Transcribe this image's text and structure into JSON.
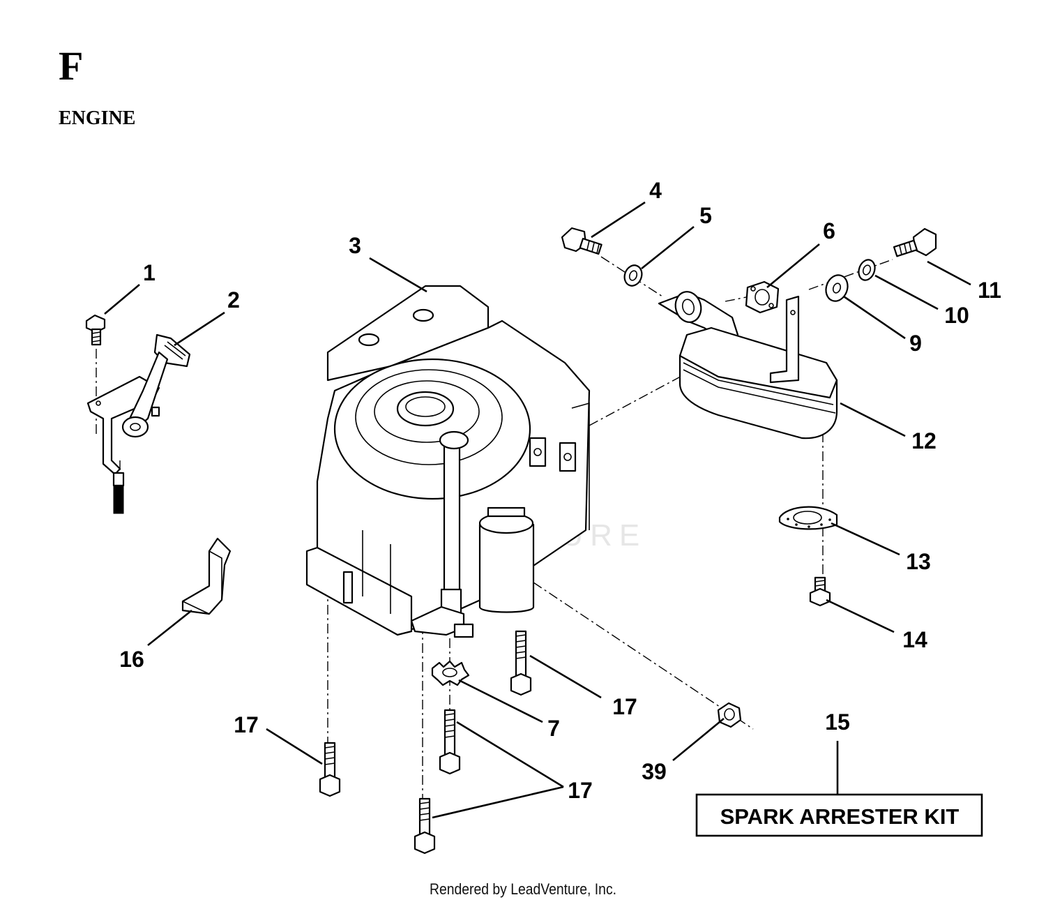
{
  "header": {
    "section_letter": "F",
    "section_title": "ENGINE"
  },
  "callouts": {
    "c1": "1",
    "c2": "2",
    "c3": "3",
    "c4": "4",
    "c5": "5",
    "c6": "6",
    "c7": "7",
    "c9": "9",
    "c10": "10",
    "c11": "11",
    "c12": "12",
    "c13": "13",
    "c14": "14",
    "c15": "15",
    "c16": "16",
    "c17": "17",
    "c39": "39"
  },
  "kit_box": {
    "label": "SPARK ARRESTER KIT"
  },
  "watermark": {
    "text": "LEADVENTURE"
  },
  "footer": {
    "text": "Rendered by LeadVenture, Inc."
  }
}
